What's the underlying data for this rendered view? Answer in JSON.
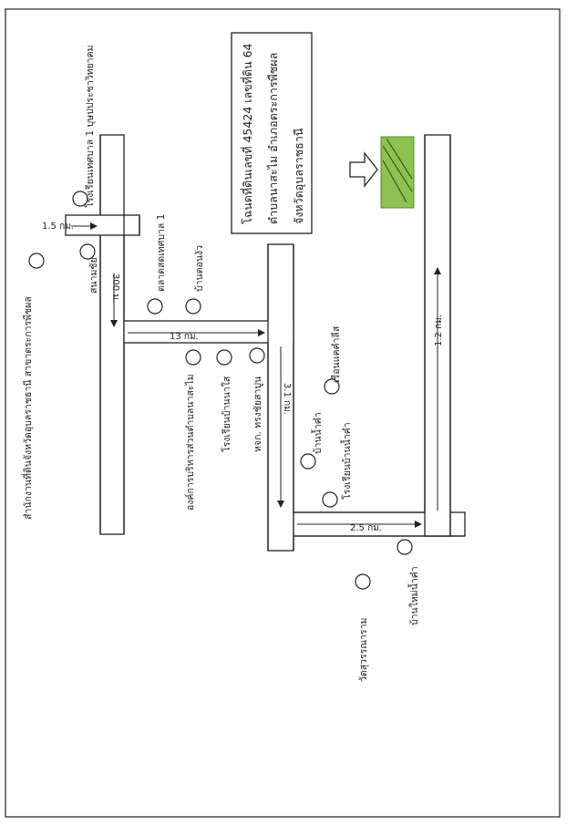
{
  "places": {
    "school_thesaban1": "โรงเรียนเทศบาล 1 บุษปประชาวิทยาคม",
    "land_office": "สำนักงานที่ดินจังหวัดอุบลราชธานี สาขาตระการพืชผล",
    "stadium": "สนามชัย",
    "market": "ตลาดสดเทศบาล 1",
    "ban_donkwa": "บ้านดอนงัว",
    "tambon_admin": "องค์การบริหารส่วนตำบลนาสะไม",
    "school_nakai": "โรงเรียนบ้านนาใส",
    "store": "หจก. ทรงชัยสาปูน",
    "ban_rueankhaek": "เรือนแคคำลีส",
    "ban_namkham": "บ้านน้ำคำ",
    "school_namkham": "โรงเรียนบ้านน้ำคำ",
    "ban_mai_namkham": "บ้านใหม่น้ำคำ",
    "wat": "วัดสุวรรณาราม"
  },
  "distances": {
    "d_1_5": "1.5 กม.",
    "d_300": "300 ม.",
    "d_13": "13 กม.",
    "d_3_1": "3.1 กม.",
    "d_2_5": "2.5 กม.",
    "d_1_2": "1.2 กม."
  },
  "title": {
    "line1": "โฉนดที่ดินเลขที่ 45424 เลขที่ดิน 64",
    "line2": "ตำบลนาสะไม อำเภอตระการพืชผล",
    "line3": "จังหวัดอุบลราชธานี"
  },
  "colors": {
    "land_parcel": "#8dc152",
    "line": "#222222"
  },
  "icons": {
    "direction_arrow": "arrow-right-outline-icon"
  }
}
